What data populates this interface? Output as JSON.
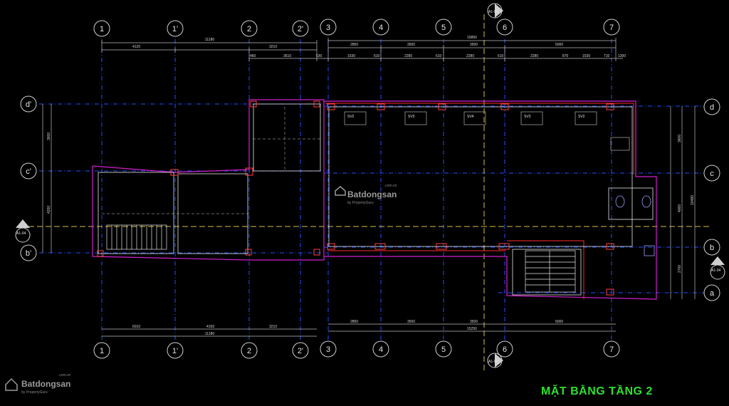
{
  "drawing": {
    "title": "MẶT BẰNG TẦNG 2",
    "colors": {
      "grid": "#1f4fff",
      "bubble": "#cfcfcf",
      "wall": "#ff2a2a",
      "dim": "#cfcfcf",
      "green": "#2ee02e",
      "magenta": "#d020d0"
    }
  },
  "grid": {
    "columns": [
      "1",
      "1'",
      "2",
      "2'",
      "3",
      "4",
      "5",
      "6",
      "7"
    ],
    "rows": [
      "d'",
      "c'",
      "b'",
      "d",
      "c",
      "b",
      "a"
    ]
  },
  "dims": {
    "top_total": "11180",
    "top_total_right": "15850",
    "top_left": [
      "4120",
      "3210"
    ],
    "top_mid": [
      "460",
      "3610"
    ],
    "top_right": [
      "2850",
      "3500",
      "3500",
      "5000"
    ],
    "top_detail": [
      "530",
      "1530",
      "610",
      "2280",
      "610",
      "2280",
      "610",
      "2280",
      "870",
      "1530",
      "710",
      "1300"
    ],
    "bottom_left": [
      "6010",
      "4150",
      "3210"
    ],
    "bottom_total_left": "11180",
    "bottom_right": [
      "2850",
      "3500",
      "3500",
      "5000"
    ],
    "bottom_total_right": "15250",
    "right_side": [
      "3600",
      "4000",
      "2700",
      "10480"
    ],
    "left_side": [
      "3600",
      "4200"
    ]
  },
  "windows": [
    "SV2",
    "SV3",
    "SV4",
    "SV3",
    "SV2"
  ],
  "section_marks": [
    "A1-04",
    "A1-04",
    "A1-04",
    "A1-04"
  ],
  "watermark": {
    "name": "Batdongsan",
    "tld": ".com.vn",
    "sub": "by PropertyGuru"
  }
}
